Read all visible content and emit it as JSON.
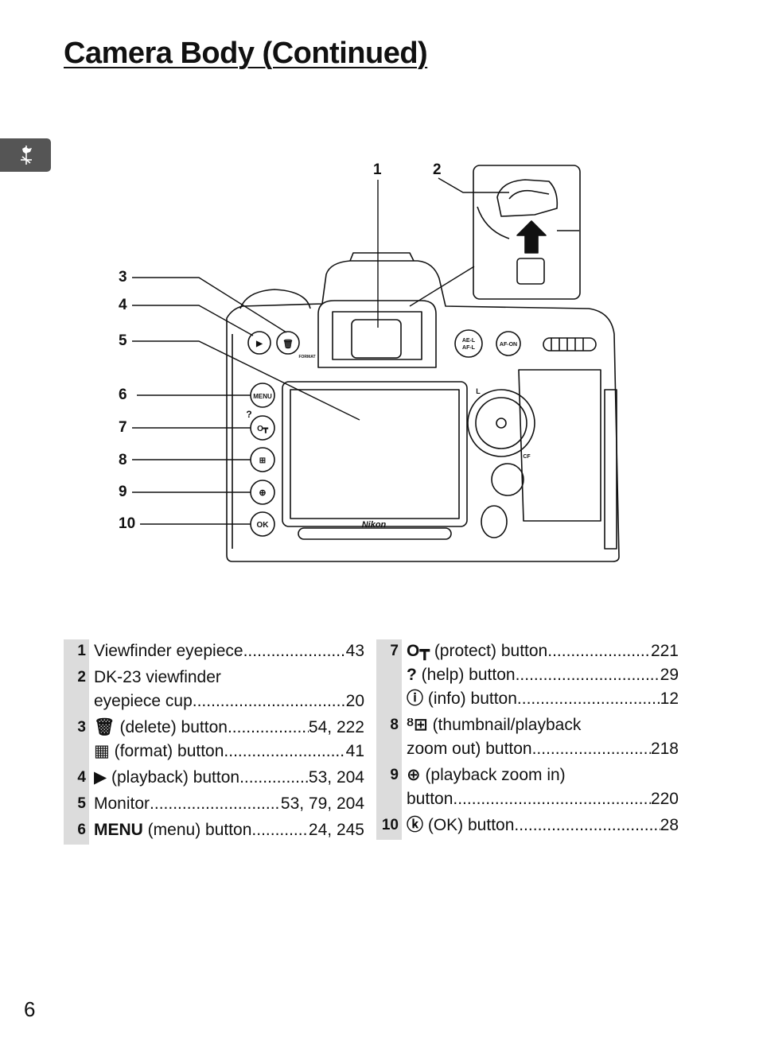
{
  "page": {
    "title": "Camera Body (Continued)",
    "page_number": "6"
  },
  "diagram": {
    "callouts": [
      "1",
      "2",
      "3",
      "4",
      "5",
      "6",
      "7",
      "8",
      "9",
      "10"
    ],
    "button_labels": {
      "menu": "MENU",
      "ok": "OK",
      "ael": "AE-L",
      "afl": "AF-L",
      "afon": "AF-ON",
      "format": "FORMAT",
      "brand": "Nikon",
      "lock": "L",
      "cf": "CF"
    }
  },
  "legend": {
    "left": [
      {
        "num": "1",
        "lines": [
          {
            "text": "Viewfinder eyepiece",
            "page": "43"
          }
        ]
      },
      {
        "num": "2",
        "lines": [
          {
            "text": "DK-23 viewfinder",
            "page": ""
          },
          {
            "text": "eyepiece cup",
            "page": "20"
          }
        ]
      },
      {
        "num": "3",
        "lines": [
          {
            "sym": "🗑",
            "text": " (delete) button",
            "page": "54, 222"
          },
          {
            "sym": "▦",
            "text": " (format) button",
            "page": "41"
          }
        ]
      },
      {
        "num": "4",
        "lines": [
          {
            "sym": "▶",
            "text": " (playback) button",
            "page": "53, 204"
          }
        ]
      },
      {
        "num": "5",
        "lines": [
          {
            "text": "Monitor",
            "page": "53, 79, 204"
          }
        ]
      },
      {
        "num": "6",
        "lines": [
          {
            "sym": "MENU",
            "text": " (menu) button",
            "page": "24, 245"
          }
        ]
      }
    ],
    "right": [
      {
        "num": "7",
        "lines": [
          {
            "sym": "O┳",
            "text": " (protect) button",
            "page": "221"
          },
          {
            "sym": "?",
            "text": " (help) button",
            "page": "29"
          },
          {
            "sym": "ⓘ",
            "text": " (info) button",
            "page": "12"
          }
        ]
      },
      {
        "num": "8",
        "lines": [
          {
            "sym": "ᴽ⊞",
            "text": " (thumbnail/playback",
            "page": ""
          },
          {
            "text": "zoom out) button",
            "page": "218"
          }
        ]
      },
      {
        "num": "9",
        "lines": [
          {
            "sym": "⊕",
            "text": " (playback zoom in)",
            "page": ""
          },
          {
            "text": "button",
            "page": "220"
          }
        ]
      },
      {
        "num": "10",
        "lines": [
          {
            "sym": "ⓚ",
            "text": " (OK) button",
            "page": "28"
          }
        ]
      }
    ]
  }
}
